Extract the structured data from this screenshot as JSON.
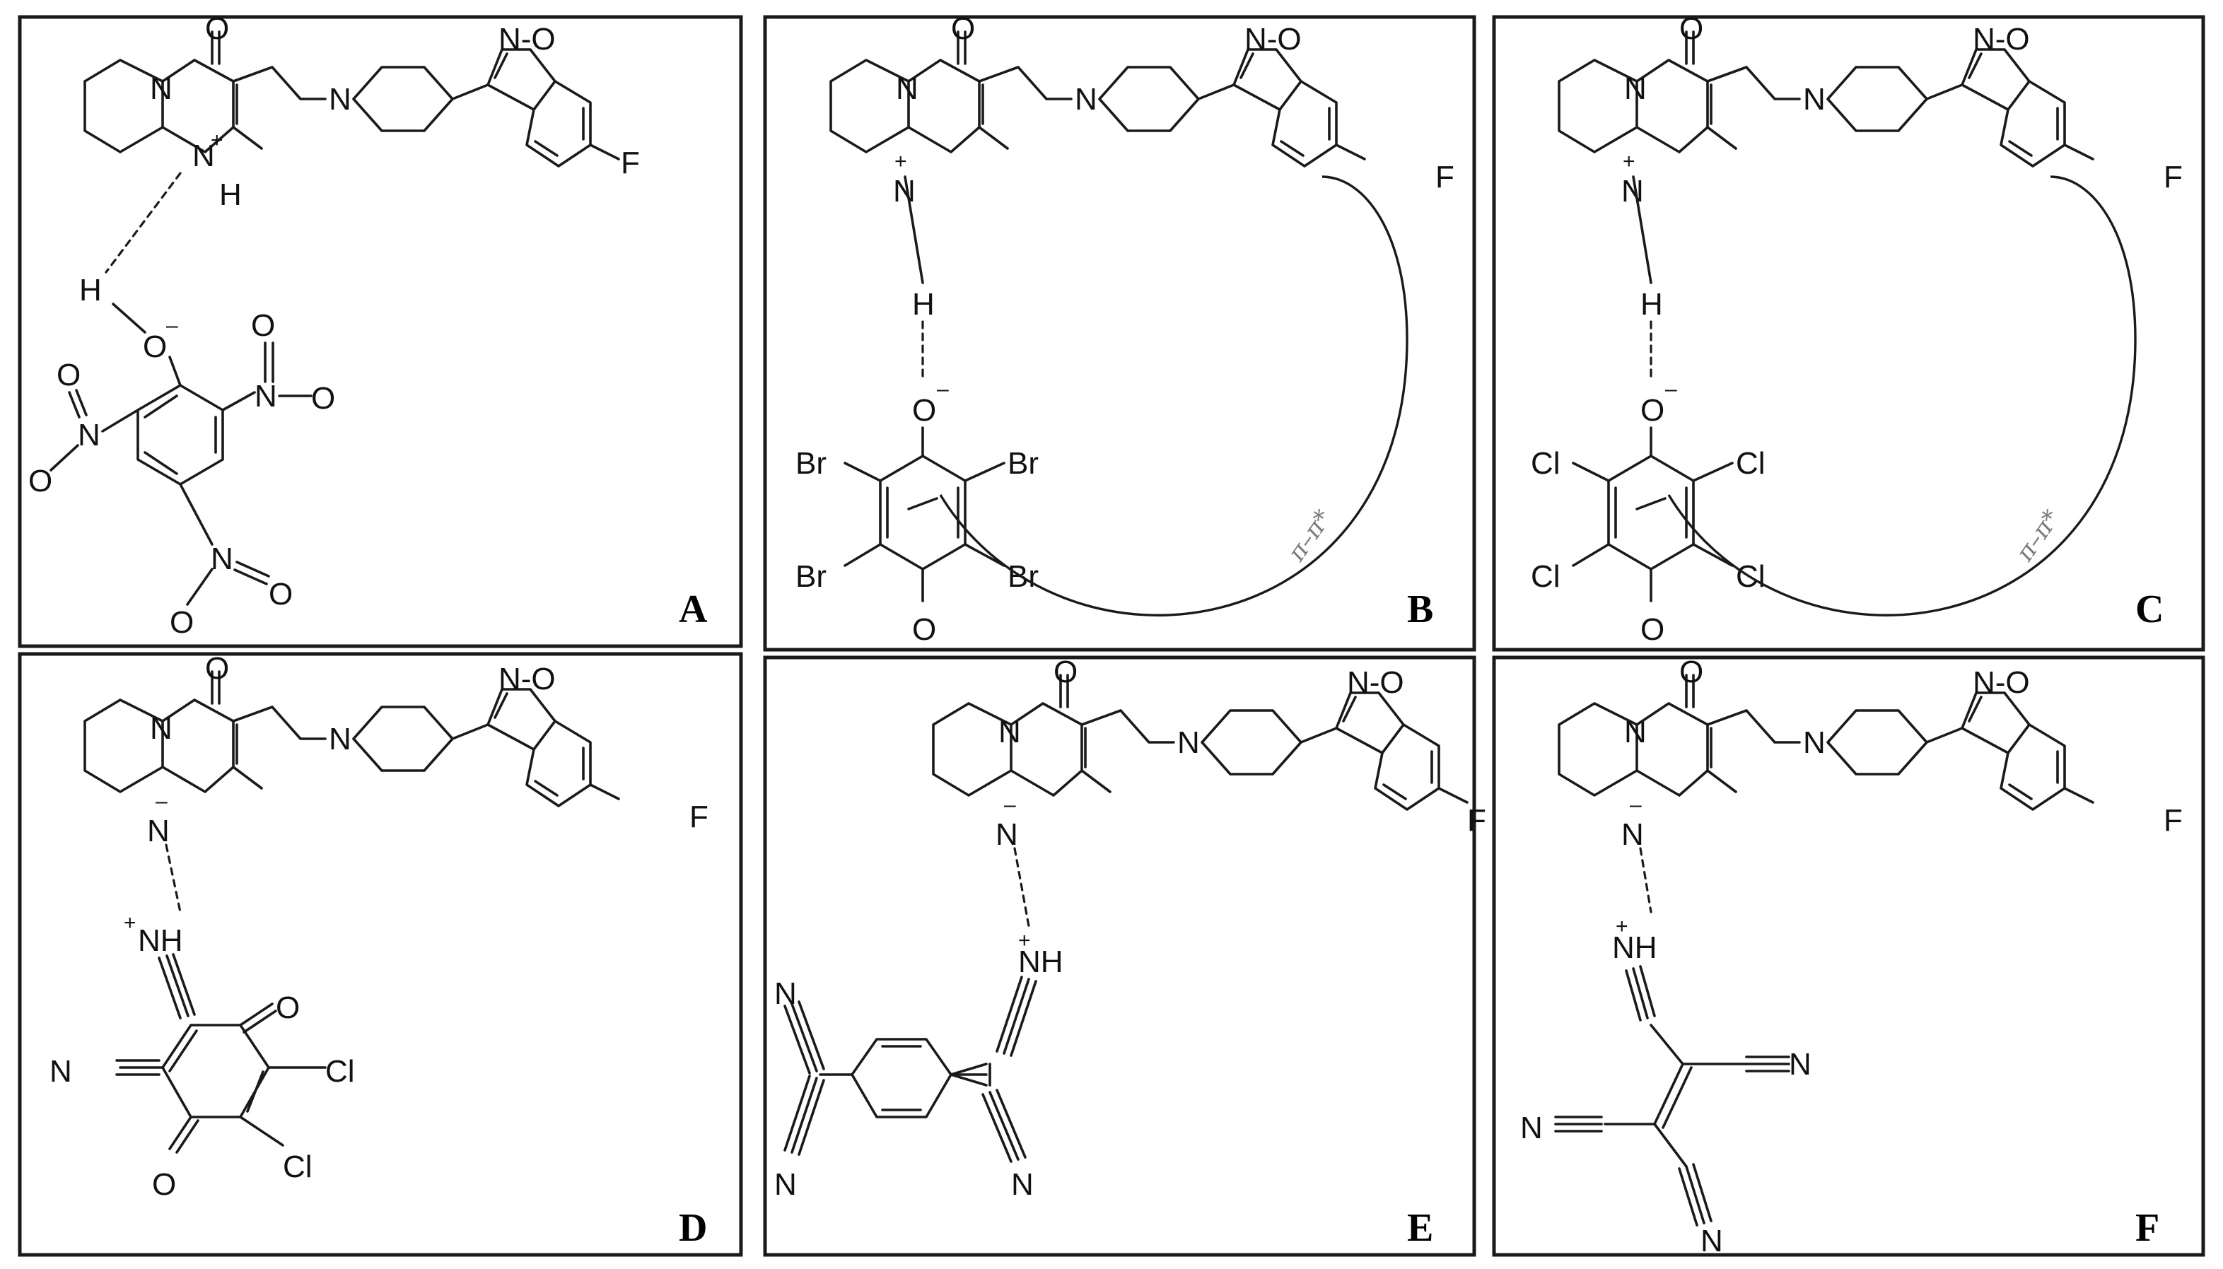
{
  "panels": [
    {
      "id": "A",
      "label": "A"
    },
    {
      "id": "B",
      "label": "B"
    },
    {
      "id": "C",
      "label": "C"
    },
    {
      "id": "D",
      "label": "D"
    },
    {
      "id": "E",
      "label": "E"
    },
    {
      "id": "F",
      "label": "F"
    }
  ],
  "atoms": {
    "O": "O",
    "N": "N",
    "H": "H",
    "F": "F",
    "Br": "Br",
    "Cl": "Cl",
    "NO": "N-O",
    "NH": "NH",
    "plus": "+",
    "minus": "–"
  },
  "interaction_label": "π–π*",
  "colors": {
    "ink": "#1a1a1a",
    "interaction_label": "#7a7a7a",
    "background": "#ffffff"
  }
}
